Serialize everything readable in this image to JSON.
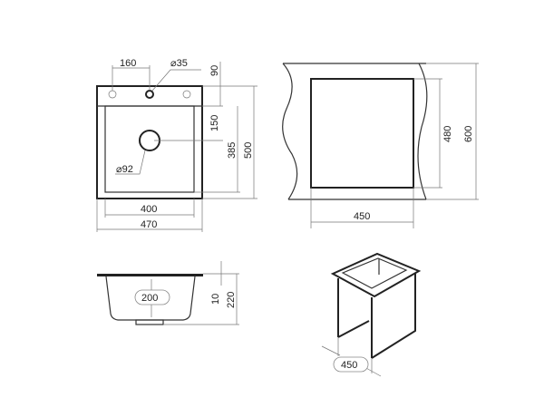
{
  "top_view": {
    "dim_holes_spacing": "160",
    "dim_tap_hole": "⌀35",
    "dim_top_band": "90",
    "dim_drain_offset": "150",
    "dim_bowl_length": "385",
    "dim_total_length": "500",
    "dim_drain": "⌀92",
    "dim_bowl_width": "400",
    "dim_total_width": "470"
  },
  "cabinet_view": {
    "dim_cutout_width": "450",
    "dim_cutout_depth": "480",
    "dim_worktop_depth": "600"
  },
  "side_view": {
    "dim_bowl_depth": "200",
    "dim_flange": "10",
    "dim_total_height": "220"
  },
  "iso_view": {
    "dim_cabinet_width": "450"
  }
}
